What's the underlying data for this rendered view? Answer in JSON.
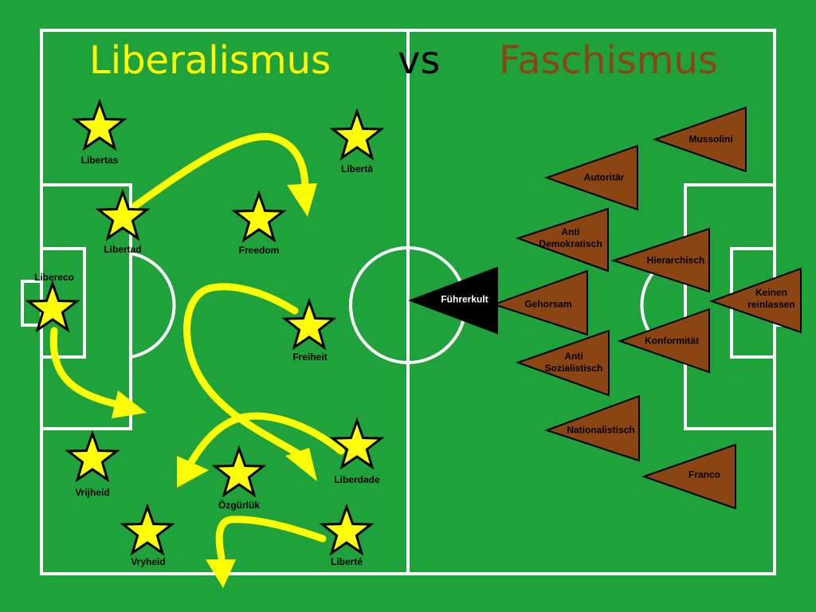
{
  "title": {
    "left": "Liberalismus",
    "vs": "vs",
    "right": "Faschismus",
    "left_color": "#ffff00",
    "vs_color": "#000000",
    "right_color": "#8b4513"
  },
  "colors": {
    "pitch": "#1fa23c",
    "lines": "#ffffff",
    "star_fill": "#ffff00",
    "arrow": "#ffff00",
    "triangle_fill": "#8b4513",
    "leader_fill": "#000000"
  },
  "liberal_players": [
    {
      "id": "libertas",
      "label": "Libertas"
    },
    {
      "id": "liberta",
      "label": "Libertà"
    },
    {
      "id": "libertad",
      "label": "Libertad"
    },
    {
      "id": "freedom",
      "label": "Freedom"
    },
    {
      "id": "libereco",
      "label": "Libereco"
    },
    {
      "id": "freiheit",
      "label": "Freiheit"
    },
    {
      "id": "vrijheid",
      "label": "Vrijheid"
    },
    {
      "id": "ozgurluk",
      "label": "Özgürlük"
    },
    {
      "id": "liberdade",
      "label": "Liberdade"
    },
    {
      "id": "vryheid",
      "label": "Vryheid"
    },
    {
      "id": "liberte",
      "label": "Liberté"
    }
  ],
  "fascist_players": [
    {
      "id": "mussolini",
      "label": "Mussolini"
    },
    {
      "id": "autoritaer",
      "label": "Autoritär"
    },
    {
      "id": "anti-demokratisch",
      "label": "Anti\nDemokratisch"
    },
    {
      "id": "hierarchisch",
      "label": "Hierarchisch"
    },
    {
      "id": "keinen-reinlassen",
      "label": "Keinen\nreinlassen"
    },
    {
      "id": "gehorsam",
      "label": "Gehorsam"
    },
    {
      "id": "konformitaet",
      "label": "Konformität"
    },
    {
      "id": "anti-sozialistisch",
      "label": "Anti\nSozialistisch"
    },
    {
      "id": "nationalistisch",
      "label": "Nationalistisch"
    },
    {
      "id": "franco",
      "label": "Franco"
    }
  ],
  "leader": {
    "id": "fuehrerkult",
    "label": "Führerkult"
  }
}
